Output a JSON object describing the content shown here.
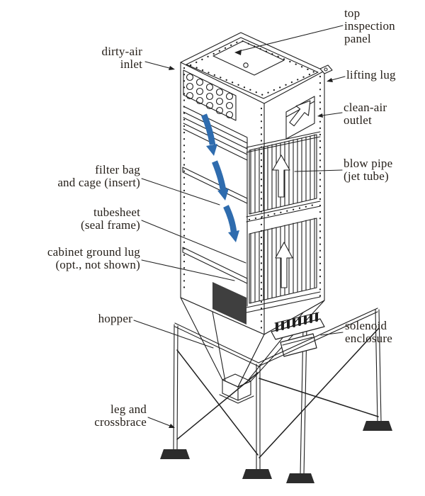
{
  "labels": {
    "top_inspection_panel": "top\ninspection\npanel",
    "dirty_air_inlet": "dirty-air\ninlet",
    "lifting_lug": "lifting lug",
    "clean_air_outlet": "clean-air\noutlet",
    "filter_bag_and_cage": "filter bag\nand cage (insert)",
    "blow_pipe": "blow pipe\n(jet tube)",
    "tubesheet": "tubesheet\n(seal frame)",
    "cabinet_ground_lug": "cabinet ground lug\n(opt., not shown)",
    "hopper": "hopper",
    "solenoid_enclosure": "solenoid\nenclosure",
    "leg_and_crossbrace": "leg and\ncrossbrace"
  },
  "colors": {
    "line": "#1f1f1f",
    "text": "#26201a",
    "dirty_airflow_arrow": "#2f6cae",
    "clean_airflow_arrow_fill": "#ffffff",
    "background": "#ffffff"
  },
  "icons": {
    "dirty_airflow_arrows": "three curved solid blue arrows pointing down (dirty air path)",
    "clean_airflow_arrows": "white outline arrows pointing up through filter bags and out the clean-air outlet",
    "leader_arrowheads": "small filled triangles on callout leader lines"
  }
}
